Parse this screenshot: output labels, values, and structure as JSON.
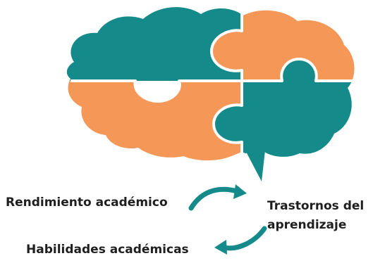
{
  "diagram": {
    "colors": {
      "teal": "#148A8A",
      "orange": "#F49757",
      "divider": "#ffffff",
      "text": "#1f1f1f"
    },
    "labels": {
      "rendimiento": "Rendimiento académico",
      "trastornos_line1": "Trastornos del",
      "trastornos_line2": "aprendizaje",
      "habilidades": "Habilidades académicas"
    },
    "shapes": {
      "brain_cloud": "brain-shaped cloud",
      "puzzle_pieces": [
        "top-left teal",
        "top-right orange",
        "bottom-left orange",
        "bottom-right teal"
      ],
      "arrows": [
        "curved arrow toward right",
        "curved arrow toward left"
      ]
    }
  }
}
